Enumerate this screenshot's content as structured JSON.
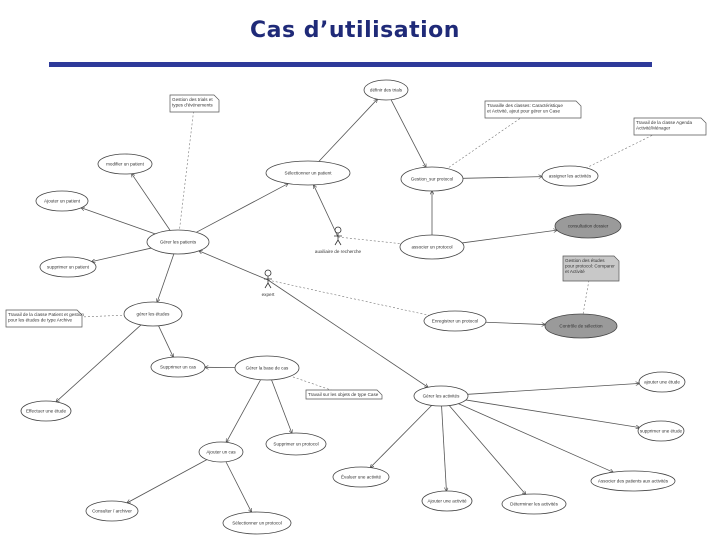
{
  "title": "Cas d’utilisation",
  "actors": [
    {
      "id": "a1",
      "label": "expert"
    },
    {
      "id": "a2",
      "label": "auxiliaire de recherche"
    }
  ],
  "use_cases": [
    {
      "id": "u1",
      "label": "définir des trials"
    },
    {
      "id": "u2",
      "label": "Sélectionner un patient"
    },
    {
      "id": "u3",
      "label": "Gestion_sur protocol"
    },
    {
      "id": "u4",
      "label": "assigner les activités"
    },
    {
      "id": "u5",
      "label": "modifier un patient"
    },
    {
      "id": "u6",
      "label": "Ajouter un patient"
    },
    {
      "id": "u7",
      "label": "Gérer les patients"
    },
    {
      "id": "u8",
      "label": "supprimer un patient"
    },
    {
      "id": "u9",
      "label": "consultation dossier",
      "shaded": true
    },
    {
      "id": "u10",
      "label": "associer un protocol"
    },
    {
      "id": "u11",
      "label": "gérer les études"
    },
    {
      "id": "u12",
      "label": "Enregistrer un protocol"
    },
    {
      "id": "u13",
      "label": "Contrôle de sélection",
      "shaded": true
    },
    {
      "id": "u14",
      "label": "Supprimer un cas"
    },
    {
      "id": "u15",
      "label": "Gérer la base de cas"
    },
    {
      "id": "u16",
      "label": "Gérer les activités"
    },
    {
      "id": "u17",
      "label": "ajouter une étude"
    },
    {
      "id": "u18",
      "label": "Effectuer une étude"
    },
    {
      "id": "u19",
      "label": "supprimer une étude"
    },
    {
      "id": "u20",
      "label": "Supprimer un protocol"
    },
    {
      "id": "u21",
      "label": "Ajouter un cas"
    },
    {
      "id": "u22",
      "label": "Évaluer une activité"
    },
    {
      "id": "u23",
      "label": "Associer des patients aux activités"
    },
    {
      "id": "u24",
      "label": "Ajouter une activité"
    },
    {
      "id": "u25",
      "label": "Déterminer les activités"
    },
    {
      "id": "u26",
      "label": "Consulter / archiver"
    },
    {
      "id": "u27",
      "label": "Sélectionner un protocol"
    }
  ],
  "notes": [
    {
      "id": "n1",
      "lines": [
        "Gestion des trials et",
        "types d'événements"
      ]
    },
    {
      "id": "n2",
      "lines": [
        "Travaille des classes: Caractéristique",
        "et Activité, ajout pour gérer un Case"
      ]
    },
    {
      "id": "n3",
      "lines": [
        "Travail de la classe Agenda",
        "Activité/Ménager"
      ]
    },
    {
      "id": "n4",
      "lines": [
        "Travail de la classe Patient et gestion",
        "pour les études de type Archive"
      ]
    },
    {
      "id": "n5",
      "lines": [
        "Gestion des études",
        "pour protocol: Comparer",
        "et Activité"
      ],
      "shaded": true
    },
    {
      "id": "n6",
      "lines": [
        "Travail sur les objets de type Case"
      ]
    }
  ]
}
